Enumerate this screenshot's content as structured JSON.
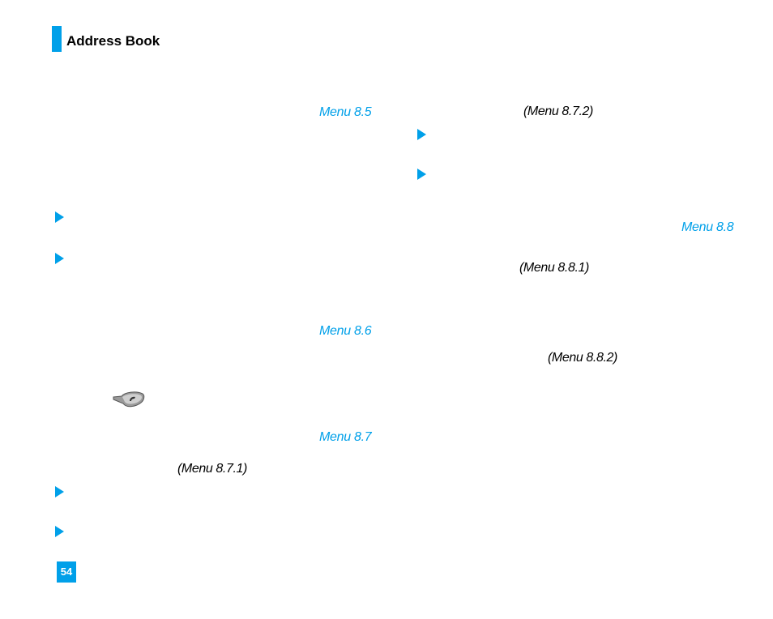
{
  "header": {
    "title": "Address Book",
    "accent_color": "#00a0e9"
  },
  "menus": {
    "m85": "Menu 8.5",
    "m86": "Menu 8.6",
    "m87": "Menu 8.7",
    "m871": "(Menu 8.7.1)",
    "m872": "(Menu 8.7.2)",
    "m88": "Menu 8.8",
    "m881": "(Menu 8.8.1)",
    "m882": "(Menu 8.8.2)"
  },
  "icons": {
    "bullet": "triangle-bullet-icon",
    "send_key": "send-key-icon"
  },
  "footer": {
    "page_number": "54"
  }
}
